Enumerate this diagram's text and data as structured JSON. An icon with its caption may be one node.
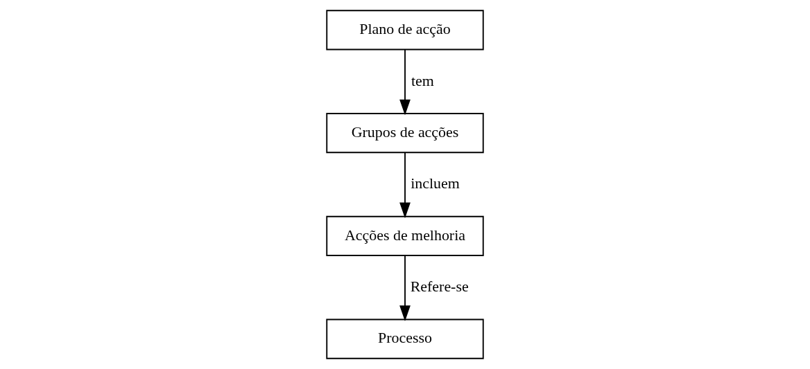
{
  "diagram": {
    "nodes": [
      {
        "text": [
          "Plano de acção"
        ]
      },
      {
        "text": [
          "Grupos de acções"
        ]
      },
      {
        "text": [
          "Acções de melhoria"
        ]
      },
      {
        "text": [
          "Processo"
        ]
      }
    ],
    "edges": [
      {
        "from": 0,
        "to": 1,
        "arrow": "to",
        "label": "tem"
      },
      {
        "from": 1,
        "to": 2,
        "arrow": "to",
        "label": "incluem"
      },
      {
        "from": 2,
        "to": 3,
        "arrow": "to",
        "label": "Refere-se"
      }
    ]
  }
}
